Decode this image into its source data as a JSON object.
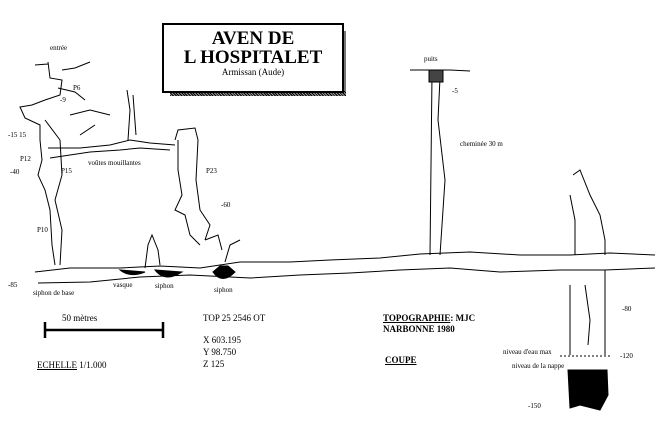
{
  "title": {
    "line1": "AVEN DE",
    "line2": "L HOSPITALET",
    "location": "Armissan (Aude)"
  },
  "plan_labels": {
    "entree": "entrée",
    "p6": "P6",
    "d9": "-9",
    "d15": "-15 15",
    "p12": "P12",
    "d40": "-40",
    "p15": "P15",
    "voutes": "voûtes mouillantes",
    "p23": "P23",
    "d60": "-60",
    "p10": "P10",
    "d85": "-85",
    "siphon_base": "siphon de base",
    "vasque": "vasque",
    "siphon1": "siphon",
    "siphon2": "siphon"
  },
  "section_labels": {
    "puits": "puits",
    "d5": "-5",
    "cheminee": "cheminée 30 m",
    "d80": "-80",
    "niveau_max": "niveau d'eau max",
    "niveau_nappe": "niveau de la nappe",
    "d120": "-120",
    "d150": "-150"
  },
  "scale": {
    "label": "50 mètres",
    "echelle": "ECHELLE",
    "ratio": "1/1.000"
  },
  "coords": {
    "top": "TOP 25    2546 OT",
    "x": "X  603.195",
    "y": "Y  98.750",
    "z": "Z  125"
  },
  "credits": {
    "topo": "TOPOGRAPHIE",
    "topo_by": ": MJC",
    "city": "NARBONNE 1980",
    "coupe": "COUPE"
  }
}
